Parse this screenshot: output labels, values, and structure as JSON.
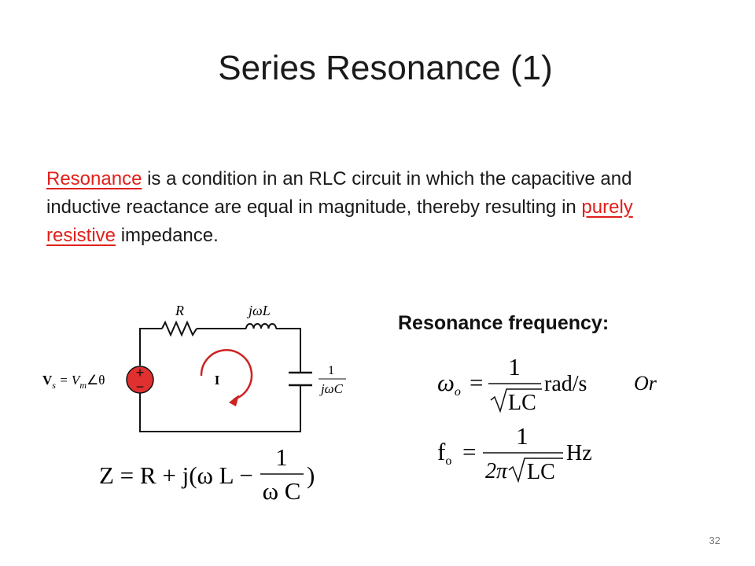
{
  "title": "Series Resonance (1)",
  "intro": {
    "term": "Resonance",
    "part1": " is a condition in an RLC circuit in which the capacitive and inductive reactance are equal in magnitude, thereby resulting in ",
    "term2": "purely resistive",
    "part2": " impedance."
  },
  "circuit": {
    "r_label": "R",
    "l_label": "jωL",
    "current_label": "I",
    "plus_sign": "+",
    "minus_sign": "−",
    "source_label": "V",
    "source_label_sub": "s",
    "source_eq": " = V",
    "source_eq_sub": "m",
    "source_angle": "∠θ",
    "cap_num": "1",
    "cap_den": "jωC"
  },
  "impedance_eq": {
    "lhs": "Z = R + j(ω L −",
    "frac_num": "1",
    "frac_den": "ω C",
    "close": ")"
  },
  "resonance": {
    "heading": "Resonance frequency:",
    "omega": "ω",
    "omega_sub": "o",
    "eq_sign": "=",
    "num1": "1",
    "den1": "LC",
    "unit1": "rad/s",
    "or_text": "Or",
    "f": "f",
    "f_sub": "o",
    "num2": "1",
    "den2_prefix": "2π",
    "den2": "LC",
    "unit2": "Hz"
  },
  "page_number": "32",
  "colors": {
    "accent_red": "#e0201a",
    "source_red": "#e03030",
    "arrow_red": "#cc2222"
  }
}
